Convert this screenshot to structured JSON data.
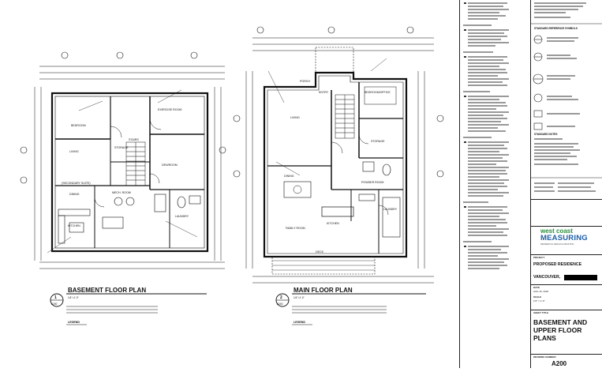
{
  "sheet": {
    "basement_plan_title": "BASEMENT FLOOR PLAN",
    "main_plan_title": "MAIN FLOOR PLAN",
    "basement_tag": "1",
    "basement_tag_sheet": "A200",
    "main_tag": "2",
    "main_tag_sheet": "A200",
    "basement_scale": "1/4\"=1'-0\"",
    "main_scale": "1/4\"=1'-0\"",
    "legend_label": "LEGEND",
    "basement_rooms": [
      "BEDROOM",
      "EXERCISE ROOM",
      "LIVING",
      "STORAGE",
      "DEN/ROOM",
      "MECH. ROOM",
      "(SECONDARY SUITE)",
      "DINING",
      "KITCHEN",
      "STAIRS",
      "LAUNDRY"
    ],
    "main_rooms": [
      "PORCH",
      "ENTRY",
      "LIVING",
      "BEDROOM/OFFICE",
      "STORAGE",
      "DINING",
      "FAMILY ROOM",
      "KITCHEN",
      "POWDER ROOM",
      "LAUNDRY",
      "DECK"
    ]
  },
  "notes": {
    "heading_symbols": "STANDARD REFERENCE SYMBOLS",
    "heading_abbrev": "STANDARD NOTES"
  },
  "title_block": {
    "brand_top": "west coast",
    "brand_bottom": "MEASURING",
    "brand_tagline": "RESIDENTIAL DESIGN & DRAFTING",
    "project_label": "PROJECT",
    "project_name": "PROPOSED RESIDENCE",
    "city": "VANCOUVER,",
    "date_label": "DATE",
    "date_value": "AUG 15, 2018",
    "scale_label": "SCALE",
    "scale_value": "1/4\" = 1'-0\"",
    "sheet_title_label": "SHEET TITLE",
    "sheet_title": "BASEMENT AND UPPER FLOOR PLANS",
    "sheet_title_l1": "BASEMENT AND",
    "sheet_title_l2": "UPPER FLOOR",
    "sheet_title_l3": "PLANS",
    "drawing_number_label": "DRAWING NUMBER",
    "drawing_number": "A200"
  },
  "colors": {
    "line": "#111111",
    "brand_green": "#2a8d3c",
    "brand_blue": "#1f5fa8"
  }
}
